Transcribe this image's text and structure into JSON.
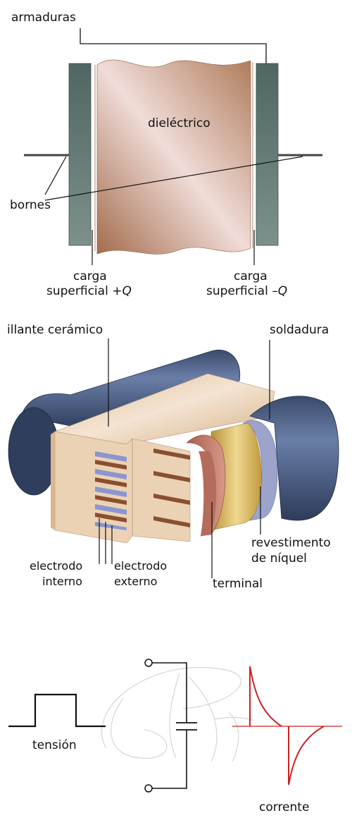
{
  "capacitor": {
    "armaduras": "armaduras",
    "dielectrico": "dieléctrico",
    "bornes": "bornes",
    "carga_pos_line1": "carga",
    "carga_pos_line2": "superficial +",
    "carga_pos_symbol": "Q",
    "carga_neg_line1": "carga",
    "carga_neg_line2": "superficial –",
    "carga_neg_symbol": "Q"
  },
  "ceramic": {
    "illante": "illante cerámico",
    "soldadura": "soldadura",
    "electrodo_interno_1": "electrodo",
    "electrodo_interno_2": "interno",
    "electrodo_externo_1": "electrodo",
    "electrodo_externo_2": "externo",
    "terminal": "terminal",
    "revestimento_1": "revestimento",
    "revestimento_2": "de níquel"
  },
  "signals": {
    "tension": "tensión",
    "corrente": "corrente"
  },
  "colors": {
    "plate": "#5e7470",
    "dielectric_dark": "#a87454",
    "dielectric_light": "#f2ddd8",
    "ceramic": "#e9cfb0",
    "cylinder": "#3c4f72",
    "electrode_blue": "#8a96cf",
    "electrode_brown": "#8a4f30",
    "nickel": "#d6b45a",
    "terminal": "#c07868",
    "current_red": "#cc2222"
  }
}
